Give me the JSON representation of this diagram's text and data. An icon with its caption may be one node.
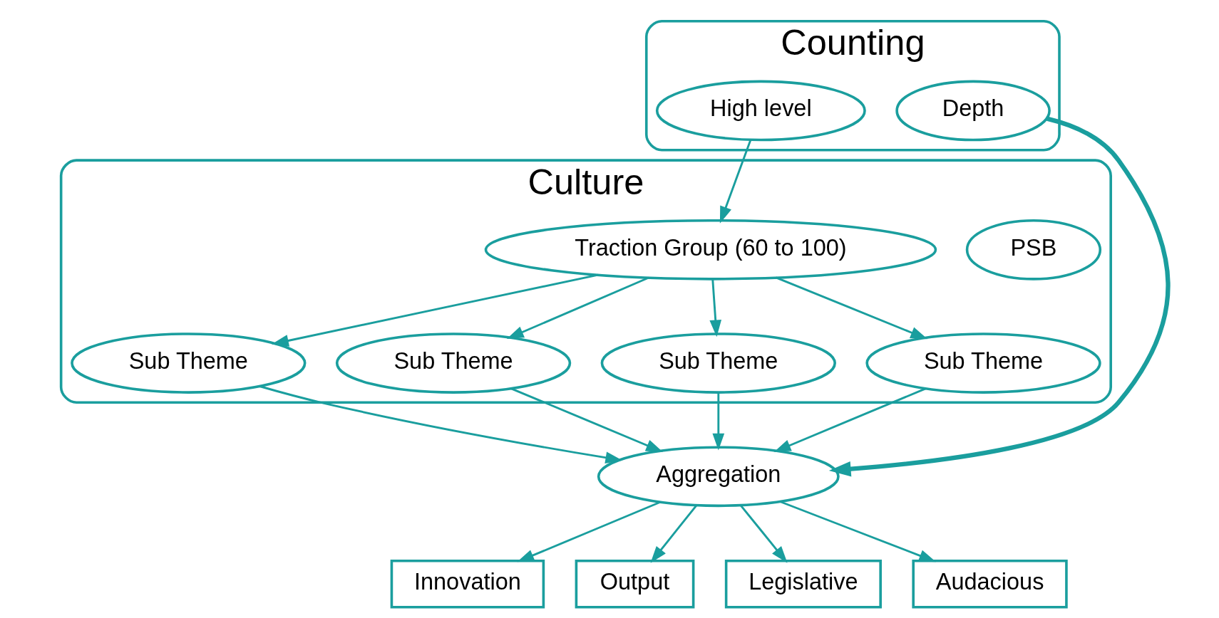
{
  "diagram": {
    "nodes": [
      {
        "text": [
          "Counting"
        ]
      },
      {
        "text": [
          "High level"
        ],
        "in": 0
      },
      {
        "text": [
          "Depth"
        ],
        "in": 0
      },
      {
        "text": [
          "Culture"
        ]
      },
      {
        "text": [
          "PSB"
        ],
        "in": 3
      },
      {
        "text": [
          "Traction Group (60 to 100)"
        ],
        "in": 3
      },
      {
        "text": [
          "Sub Theme"
        ],
        "in": 3
      },
      {
        "text": [
          "Sub Theme"
        ],
        "in": 3
      },
      {
        "text": [
          "Sub Theme"
        ],
        "in": 3
      },
      {
        "text": [
          "Sub Theme"
        ],
        "in": 3
      },
      {
        "text": [
          "Aggregation"
        ]
      },
      {
        "text": [
          "Innovation"
        ]
      },
      {
        "text": [
          "Output"
        ]
      },
      {
        "text": [
          "Legislative"
        ]
      },
      {
        "text": [
          "Audacious"
        ]
      }
    ],
    "edges": [
      {
        "from": 1,
        "to": 5,
        "arrow": "to"
      },
      {
        "from": 5,
        "to": 6,
        "arrow": "to"
      },
      {
        "from": 5,
        "to": 7,
        "arrow": "to"
      },
      {
        "from": 5,
        "to": 8,
        "arrow": "to"
      },
      {
        "from": 5,
        "to": 9,
        "arrow": "to"
      },
      {
        "from": 2,
        "to": 10,
        "arrow": "to",
        "style": "thick"
      },
      {
        "from": 6,
        "to": 10,
        "arrow": "to"
      },
      {
        "from": 7,
        "to": 10,
        "arrow": "to"
      },
      {
        "from": 8,
        "to": 10,
        "arrow": "to"
      },
      {
        "from": 9,
        "to": 10,
        "arrow": "to"
      },
      {
        "from": 10,
        "to": 11,
        "arrow": "to"
      },
      {
        "from": 10,
        "to": 12,
        "arrow": "to"
      },
      {
        "from": 10,
        "to": 13,
        "arrow": "to"
      },
      {
        "from": 10,
        "to": 14,
        "arrow": "to"
      }
    ]
  }
}
